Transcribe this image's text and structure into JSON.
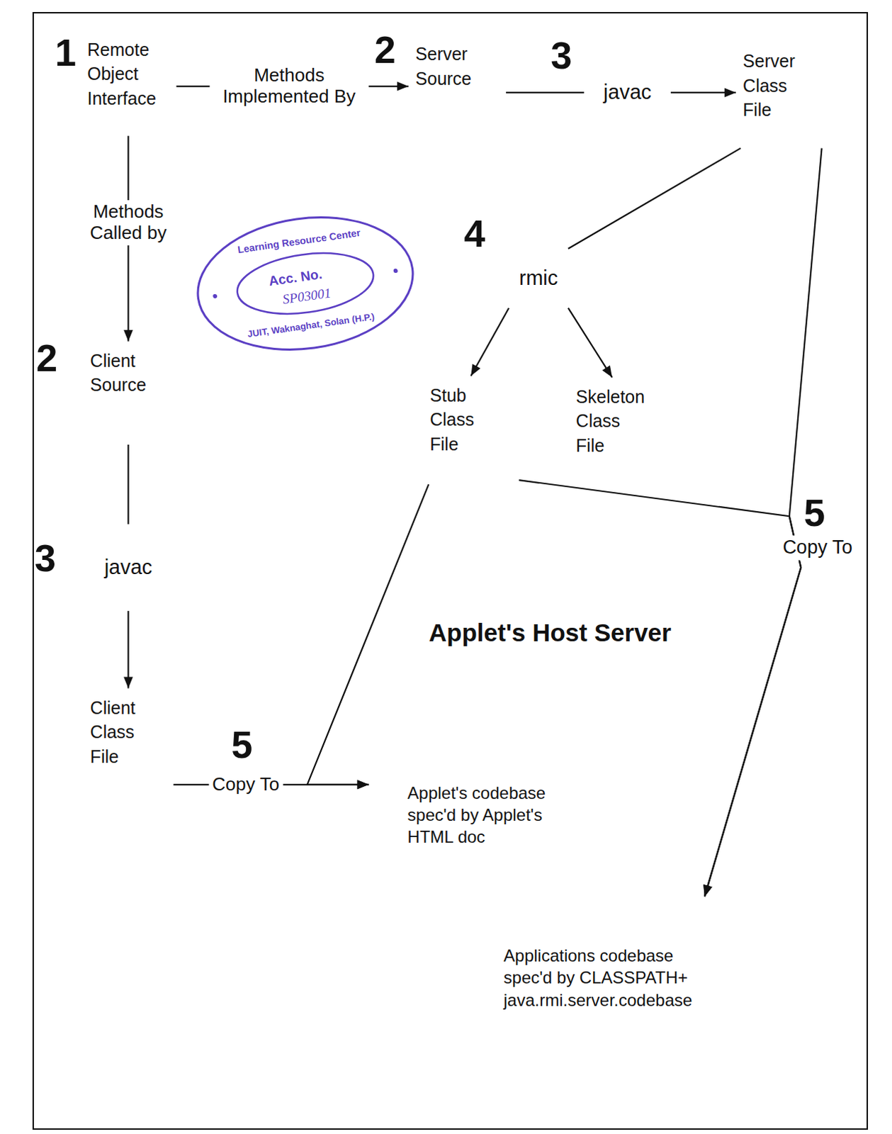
{
  "diagram": {
    "nodes": [
      {
        "text": [
          "Remote Object Interface"
        ]
      },
      {
        "text": [
          "Server Source"
        ]
      },
      {
        "text": [
          "javac"
        ]
      },
      {
        "text": [
          "Server Class File"
        ]
      },
      {
        "text": [
          "rmic"
        ]
      },
      {
        "text": [
          "Client Source"
        ]
      },
      {
        "text": [
          "Stub Class File"
        ]
      },
      {
        "text": [
          "Skeleton Class File"
        ]
      },
      {
        "text": [
          "javac"
        ]
      },
      {
        "text": [
          "Client Class File"
        ]
      },
      {
        "text": [
          "Applet's Host Server"
        ]
      },
      {
        "text": [
          "Applet's codebase spec'd by Applet's HTML doc"
        ],
        "in": 10
      },
      {
        "text": [
          "Applications codebase spec'd by CLASSPATH+ java.rmi.server.codebase"
        ],
        "in": 10
      }
    ],
    "edges": [
      {
        "from": 0,
        "to": 1,
        "arrow": "to",
        "label": "Methods Implemented By"
      },
      {
        "from": 1,
        "to": 2,
        "arrow": "none"
      },
      {
        "from": 2,
        "to": 3,
        "arrow": "to"
      },
      {
        "from": 3,
        "to": 4,
        "arrow": "none"
      },
      {
        "from": 0,
        "to": 5,
        "arrow": "to",
        "label": "Methods Called by"
      },
      {
        "from": 4,
        "to": 6,
        "arrow": "to"
      },
      {
        "from": 4,
        "to": 7,
        "arrow": "to"
      },
      {
        "from": 5,
        "to": 8,
        "arrow": "none"
      },
      {
        "from": 8,
        "to": 9,
        "arrow": "to"
      },
      {
        "from": 9,
        "to": 11,
        "arrow": "to",
        "label": "Copy To"
      },
      {
        "from": 6,
        "to": 11,
        "arrow": "to"
      },
      {
        "from": 3,
        "to": 12,
        "arrow": "to",
        "label": "Copy To"
      },
      {
        "from": 6,
        "to": 12,
        "arrow": "to"
      }
    ],
    "labels": [
      "1",
      "2",
      "3",
      "4",
      "2",
      "3",
      "5",
      "5",
      "Learning Resource Center",
      "Acc. No.",
      "SP03001",
      "JUIT, Waknaghat, Solan (H.P.)"
    ]
  }
}
